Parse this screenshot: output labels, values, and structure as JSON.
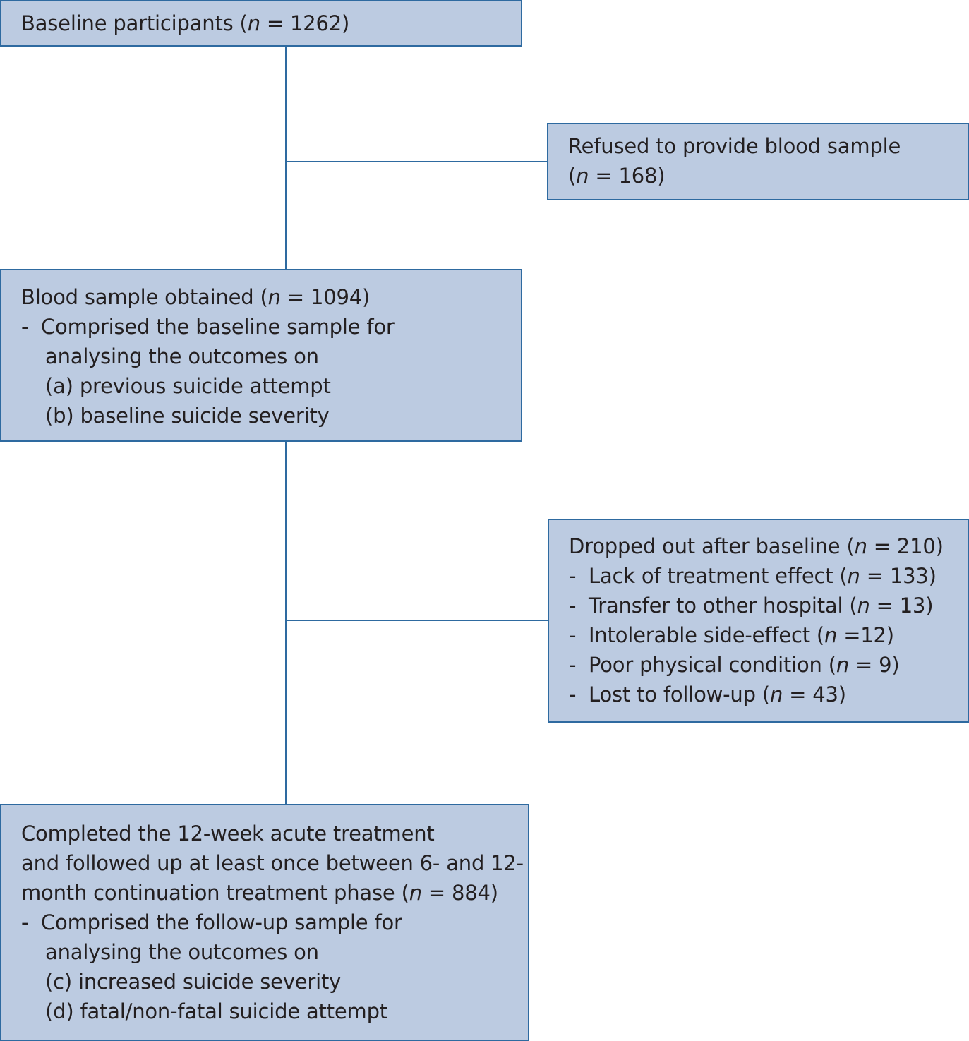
{
  "boxes": {
    "baseline": {
      "line1_pre": "Baseline participants (",
      "n": "n",
      "line1_post": " = 1262)"
    },
    "refused": {
      "line1": "Refused to provide blood sample",
      "line2_pre": "(",
      "n": "n",
      "line2_post": " = 168)"
    },
    "blood": {
      "line1_pre": "Blood sample obtained (",
      "n": "n",
      "line1_post": " = 1094)",
      "bullet_dash": "-",
      "bullet_line1": "Comprised the baseline sample for",
      "bullet_line2": "analysing the outcomes on",
      "outcome_a": "(a) previous suicide attempt",
      "outcome_b": "(b) baseline suicide severity"
    },
    "dropped": {
      "line1_pre": "Dropped out after baseline (",
      "n": "n",
      "line1_post": " = 210)",
      "items": [
        {
          "dash": "-",
          "pre": "Lack of treatment effect (",
          "n": "n",
          "post": " = 133)"
        },
        {
          "dash": "-",
          "pre": "Transfer to other hospital (",
          "n": "n",
          "post": " = 13)"
        },
        {
          "dash": "-",
          "pre": "Intolerable side-effect (",
          "n": "n",
          "post": " =12)"
        },
        {
          "dash": "-",
          "pre": "Poor physical condition (",
          "n": "n",
          "post": " = 9)"
        },
        {
          "dash": "-",
          "pre": "Lost to follow-up (",
          "n": "n",
          "post": " = 43)"
        }
      ]
    },
    "completed": {
      "line1": "Completed the 12-week acute treatment",
      "line2": "and followed up at least once between 6- and 12-",
      "line3_pre": "month continuation treatment phase (",
      "n": "n",
      "line3_post": " = 884)",
      "bullet_dash": "-",
      "bullet_line1": "Comprised the follow-up sample for",
      "bullet_line2": "analysing the outcomes on",
      "outcome_c": "(c) increased suicide severity",
      "outcome_d": "(d) fatal/non-fatal suicide attempt"
    }
  },
  "colors": {
    "box_fill": "#bccbe1",
    "box_border": "#2e6aa0",
    "connector": "#2e6aa0",
    "text": "#231f20"
  }
}
